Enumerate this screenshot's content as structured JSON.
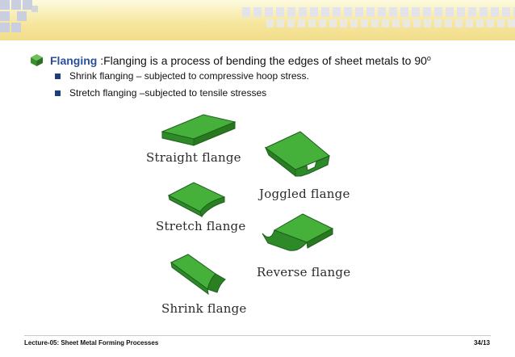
{
  "header": {
    "accent": "#f1dc8a"
  },
  "main": {
    "keyword": "Flanging",
    "text": ":Flanging is a process of bending the edges of sheet metals to 90",
    "degree": "o"
  },
  "bullets": [
    "Shrink flanging – subjected to compressive hoop stress.",
    "Stretch flanging –subjected to tensile stresses"
  ],
  "figures": [
    {
      "label": "Straight  flange"
    },
    {
      "label": "Joggled  flange"
    },
    {
      "label": "Stretch  flange"
    },
    {
      "label": "Reverse  flange"
    },
    {
      "label": "Shrink  flange"
    }
  ],
  "footer": {
    "lecture": "Lecture-05: Sheet Metal Forming Processes",
    "page": "34/13"
  },
  "colors": {
    "flange": "#3fa535",
    "flange_dark": "#1f5f1f",
    "keyword": "#2a4f9c",
    "bullet": "#1d3d7e"
  }
}
